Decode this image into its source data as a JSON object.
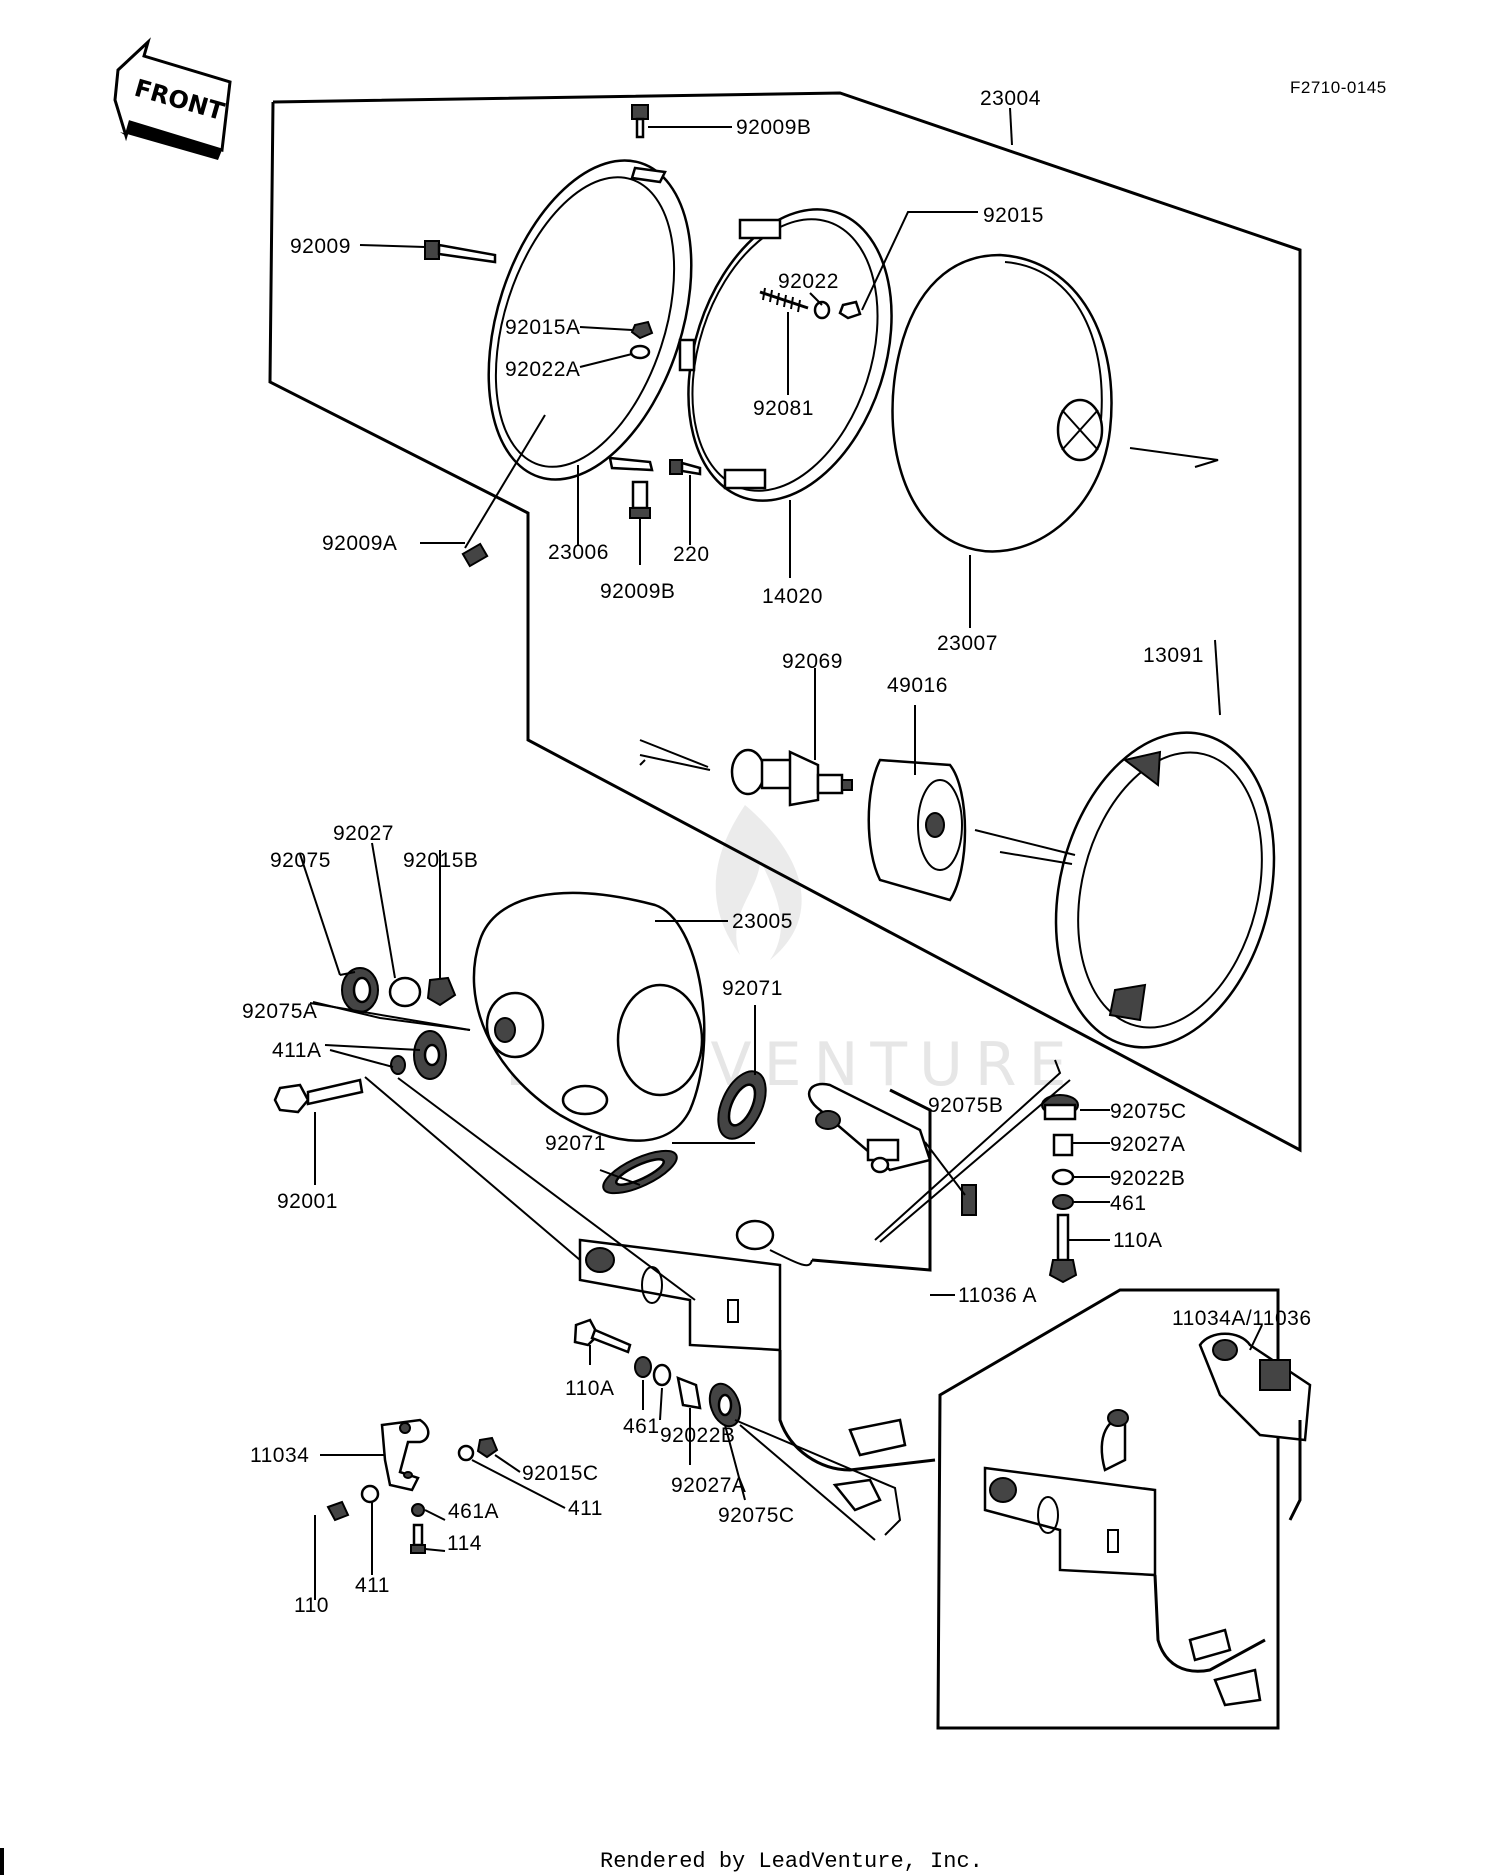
{
  "header": {
    "front_label": "FRONT",
    "figure_code": "F2710-0145"
  },
  "footer": {
    "rendered_by": "Rendered by LeadVenture, Inc."
  },
  "watermark": {
    "text": "LEADVENTURE"
  },
  "callouts": [
    {
      "id": "c-23004",
      "text": "23004"
    },
    {
      "id": "c-92009b-top",
      "text": "92009B"
    },
    {
      "id": "c-92015",
      "text": "92015"
    },
    {
      "id": "c-92009",
      "text": "92009"
    },
    {
      "id": "c-92022",
      "text": "92022"
    },
    {
      "id": "c-92015a",
      "text": "92015A"
    },
    {
      "id": "c-92022a",
      "text": "92022A"
    },
    {
      "id": "c-92081",
      "text": "92081"
    },
    {
      "id": "c-220",
      "text": "220"
    },
    {
      "id": "c-92009a",
      "text": "92009A"
    },
    {
      "id": "c-23006",
      "text": "23006"
    },
    {
      "id": "c-92009b-bottom",
      "text": "92009B"
    },
    {
      "id": "c-14020",
      "text": "14020"
    },
    {
      "id": "c-23007",
      "text": "23007"
    },
    {
      "id": "c-92069",
      "text": "92069"
    },
    {
      "id": "c-49016",
      "text": "49016"
    },
    {
      "id": "c-13091",
      "text": "13091"
    },
    {
      "id": "c-92027",
      "text": "92027"
    },
    {
      "id": "c-92075",
      "text": "92075"
    },
    {
      "id": "c-92015b",
      "text": "92015B"
    },
    {
      "id": "c-23005",
      "text": "23005"
    },
    {
      "id": "c-92075a",
      "text": "92075A"
    },
    {
      "id": "c-92071-right",
      "text": "92071"
    },
    {
      "id": "c-411a",
      "text": "411A"
    },
    {
      "id": "c-92075b",
      "text": "92075B"
    },
    {
      "id": "c-92075c-right",
      "text": "92075C"
    },
    {
      "id": "c-92027a-right",
      "text": "92027A"
    },
    {
      "id": "c-92022b-right",
      "text": "92022B"
    },
    {
      "id": "c-461-right",
      "text": "461"
    },
    {
      "id": "c-110a-right",
      "text": "110A"
    },
    {
      "id": "c-92071-left",
      "text": "92071"
    },
    {
      "id": "c-92001",
      "text": "92001"
    },
    {
      "id": "c-11036a",
      "text": "11036 A"
    },
    {
      "id": "c-11034a-11036",
      "text": "11034A/11036"
    },
    {
      "id": "c-110a-left",
      "text": "110A"
    },
    {
      "id": "c-461-left",
      "text": "461"
    },
    {
      "id": "c-92022b-left",
      "text": "92022B"
    },
    {
      "id": "c-92027a-left",
      "text": "92027A"
    },
    {
      "id": "c-92075c-left",
      "text": "92075C"
    },
    {
      "id": "c-11034",
      "text": "11034"
    },
    {
      "id": "c-92015c",
      "text": "92015C"
    },
    {
      "id": "c-411-right",
      "text": "411"
    },
    {
      "id": "c-461a",
      "text": "461A"
    },
    {
      "id": "c-114",
      "text": "114"
    },
    {
      "id": "c-110",
      "text": "110"
    },
    {
      "id": "c-411-left",
      "text": "411"
    }
  ]
}
